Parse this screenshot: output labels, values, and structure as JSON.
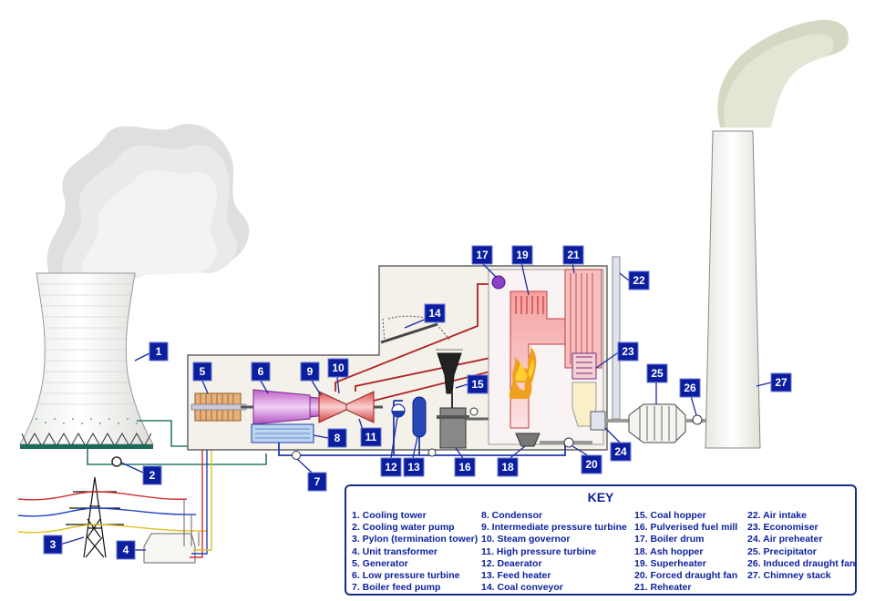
{
  "labels": [
    {
      "num": "1",
      "name": "Cooling tower"
    },
    {
      "num": "2",
      "name": "Cooling water pump"
    },
    {
      "num": "3",
      "name": "Pylon (termination tower)"
    },
    {
      "num": "4",
      "name": "Unit transformer"
    },
    {
      "num": "5",
      "name": "Generator"
    },
    {
      "num": "6",
      "name": "Low pressure turbine"
    },
    {
      "num": "7",
      "name": "Boiler feed pump"
    },
    {
      "num": "8",
      "name": "Condensor"
    },
    {
      "num": "9",
      "name": "Intermediate pressure turbine"
    },
    {
      "num": "10",
      "name": "Steam governor"
    },
    {
      "num": "11",
      "name": "High pressure turbine"
    },
    {
      "num": "12",
      "name": "Deaerator"
    },
    {
      "num": "13",
      "name": "Feed heater"
    },
    {
      "num": "14",
      "name": "Coal conveyor"
    },
    {
      "num": "15",
      "name": "Coal hopper"
    },
    {
      "num": "16",
      "name": "Pulverised fuel mill"
    },
    {
      "num": "17",
      "name": "Boiler drum"
    },
    {
      "num": "18",
      "name": "Ash hopper"
    },
    {
      "num": "19",
      "name": "Superheater"
    },
    {
      "num": "20",
      "name": "Forced draught fan"
    },
    {
      "num": "21",
      "name": "Reheater"
    },
    {
      "num": "22",
      "name": "Air intake"
    },
    {
      "num": "23",
      "name": "Economiser"
    },
    {
      "num": "24",
      "name": "Air preheater"
    },
    {
      "num": "25",
      "name": "Precipitator"
    },
    {
      "num": "26",
      "name": "Induced draught fan"
    },
    {
      "num": "27",
      "name": "Chimney stack"
    }
  ],
  "key": {
    "title": "KEY",
    "col1": [
      "1. Cooling tower",
      "2. Cooling water pump",
      "3. Pylon (termination tower)",
      "4. Unit transformer",
      "5. Generator",
      "6. Low pressure turbine",
      "7. Boiler feed pump"
    ],
    "col2": [
      "8. Condensor",
      "9. Intermediate pressure turbine",
      "10. Steam governor",
      "11. High pressure turbine",
      "12. Deaerator",
      "13. Feed heater",
      "14. Coal conveyor"
    ],
    "col3": [
      "15. Coal hopper",
      "16. Pulverised fuel mill",
      "17. Boiler drum",
      "18. Ash hopper",
      "19. Superheater",
      "20. Forced draught fan",
      "21. Reheater"
    ],
    "col4": [
      "22. Air intake",
      "23. Economiser",
      "24. Air preheater",
      "25. Precipitator",
      "26. Induced draught fan",
      "27. Chimney stack"
    ]
  },
  "colors": {
    "label_fill": "#0b1f9e",
    "steam_red": "#b02020",
    "water_blue": "#1e3aa8",
    "cooling_green": "#2a7a6a",
    "building": "#f3f1ea"
  }
}
